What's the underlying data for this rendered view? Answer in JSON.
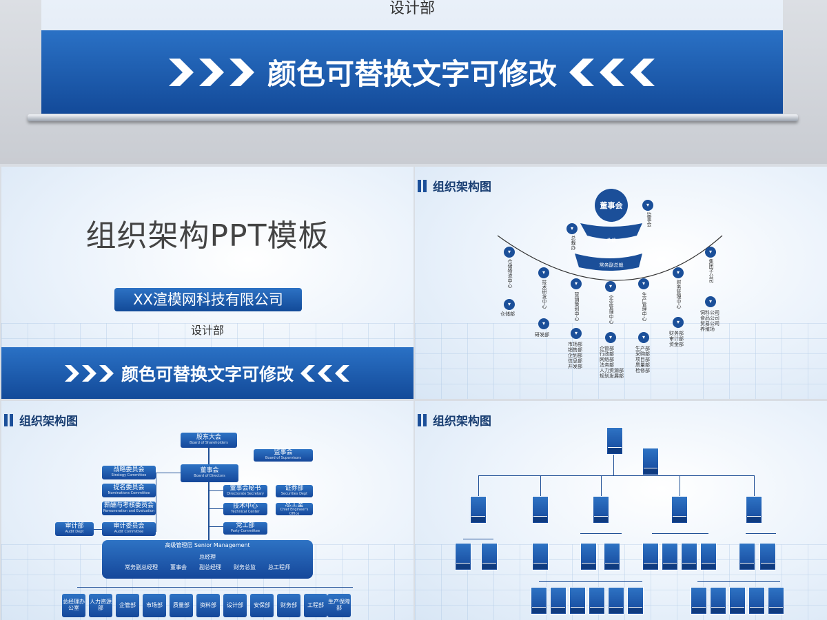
{
  "top": {
    "subtitle": "设计部",
    "band_text": "颜色可替换文字可修改"
  },
  "slide1": {
    "title": "组织架构PPT模板",
    "company": "XX渲模网科技有限公司",
    "dept": "设计部",
    "band_text": "颜色可替换文字可修改"
  },
  "slide2": {
    "title": "组织架构图",
    "board": "董事会",
    "supervisors": "监事会",
    "president_office": "总裁办",
    "president": "总裁",
    "exec_vp": "常务副总裁",
    "centers": [
      {
        "name": "仓储物流中心",
        "subs": "仓储部"
      },
      {
        "name": "技术研发中心",
        "subs": "研发部"
      },
      {
        "name": "营销策划中心",
        "subs": "市场部\n销售部\n企划部\n信息部\n开发部"
      },
      {
        "name": "企业管理中心",
        "subs": "企管部\n行政部\n网络部\n法务部\n人力资源部\n规划发展部"
      },
      {
        "name": "生产管理中心",
        "subs": "生产部\n采购部\n项目部\n质量部\n检修部"
      },
      {
        "name": "财务管理中心",
        "subs": "财务部\n审计部\n资金部"
      },
      {
        "name": "集团子公司",
        "subs": "饲料公司\n食品公司\n贸易公司\n养殖场"
      }
    ]
  },
  "slide3": {
    "title": "组织架构图",
    "shareholders": "股东大会",
    "shareholders_en": "Board of Shareholders",
    "supervisors": "监事会",
    "supervisors_en": "Board of Supervisors",
    "board": "董事会",
    "board_en": "Board of Directors",
    "committees": [
      {
        "name": "战略委员会",
        "en": "Strategy Committee"
      },
      {
        "name": "提名委员会",
        "en": "Nominations Committee"
      },
      {
        "name": "薪酬与考核委员会",
        "en": "Remuneration and Evaluation"
      },
      {
        "name": "审计委员会",
        "en": "Audit Committee"
      }
    ],
    "audit_dept": "审计部",
    "audit_dept_en": "Audit Dept",
    "secretary": "董事会秘书",
    "secretary_en": "Directorate Secretary",
    "securities": "证券部",
    "securities_en": "Securities Dept",
    "tech_center": "技术中心",
    "tech_center_en": "Technical Center",
    "chief_engineer": "总工室",
    "chief_engineer_en": "Chief Engineer's Office",
    "party": "党工部",
    "party_en": "Party Committee",
    "senior_mgmt": "高级管理层 Senior Management",
    "gm": "总经理",
    "mgmt_roles": [
      "常务副总经理",
      "董事会",
      "副总经理",
      "财务总监",
      "总工程师"
    ],
    "depts": [
      "总经理办公室",
      "人力资源部",
      "企管部",
      "市场部",
      "质量部",
      "资料部",
      "设计部",
      "安保部",
      "财务部",
      "工程部",
      "生产保障部"
    ]
  },
  "slide4": {
    "title": "组织架构图"
  }
}
